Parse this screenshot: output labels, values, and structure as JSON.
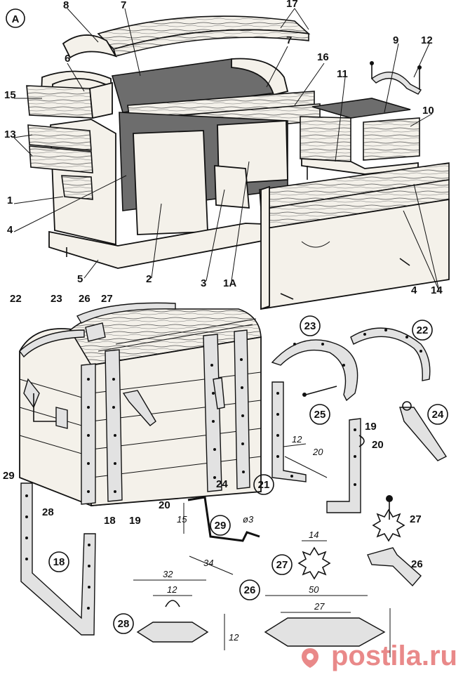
{
  "figure_label": "А",
  "watermark": "postila.ru",
  "part_labels": {
    "l1": "1",
    "l2": "2",
    "l3": "3",
    "l1a": "1А",
    "l4a": "4",
    "l4b": "4",
    "l5": "5",
    "l6": "6",
    "l7a": "7",
    "l7b": "7",
    "l8": "8",
    "l9": "9",
    "l10": "10",
    "l11": "11",
    "l12": "12",
    "l13": "13",
    "l14": "14",
    "l15": "15",
    "l16": "16",
    "l17": "17",
    "l18a": "18",
    "l19a": "19",
    "l20a": "20",
    "l22a": "22",
    "l23a": "23",
    "l24a": "24",
    "l26a": "26",
    "l27a": "27",
    "l28a": "28",
    "l29a": "29"
  },
  "detail_labels": {
    "d18": "18",
    "d19": "19",
    "d20": "20",
    "d21": "21",
    "d22": "22",
    "d23": "23",
    "d24": "24",
    "d25": "25",
    "d26a": "26",
    "d26b": "26",
    "d27a": "27",
    "d27b": "27",
    "d28": "28",
    "d29": "29"
  },
  "dimensions": {
    "bracket_12": "12",
    "bracket_20": "20",
    "handle_15": "15",
    "handle_34": "34",
    "handle_dia": "ø3",
    "star_14": "14",
    "plate28_32": "32",
    "plate28_12w": "12",
    "plate28_12h": "12",
    "plate26_50": "50",
    "plate26_27": "27"
  },
  "colors": {
    "line": "#111111",
    "wood_light": "#f4f1ea",
    "panel_dark": "#6d6d6d",
    "watermark": "#d72828"
  },
  "icons": {
    "watermark_icon": "postila-logo-icon"
  }
}
